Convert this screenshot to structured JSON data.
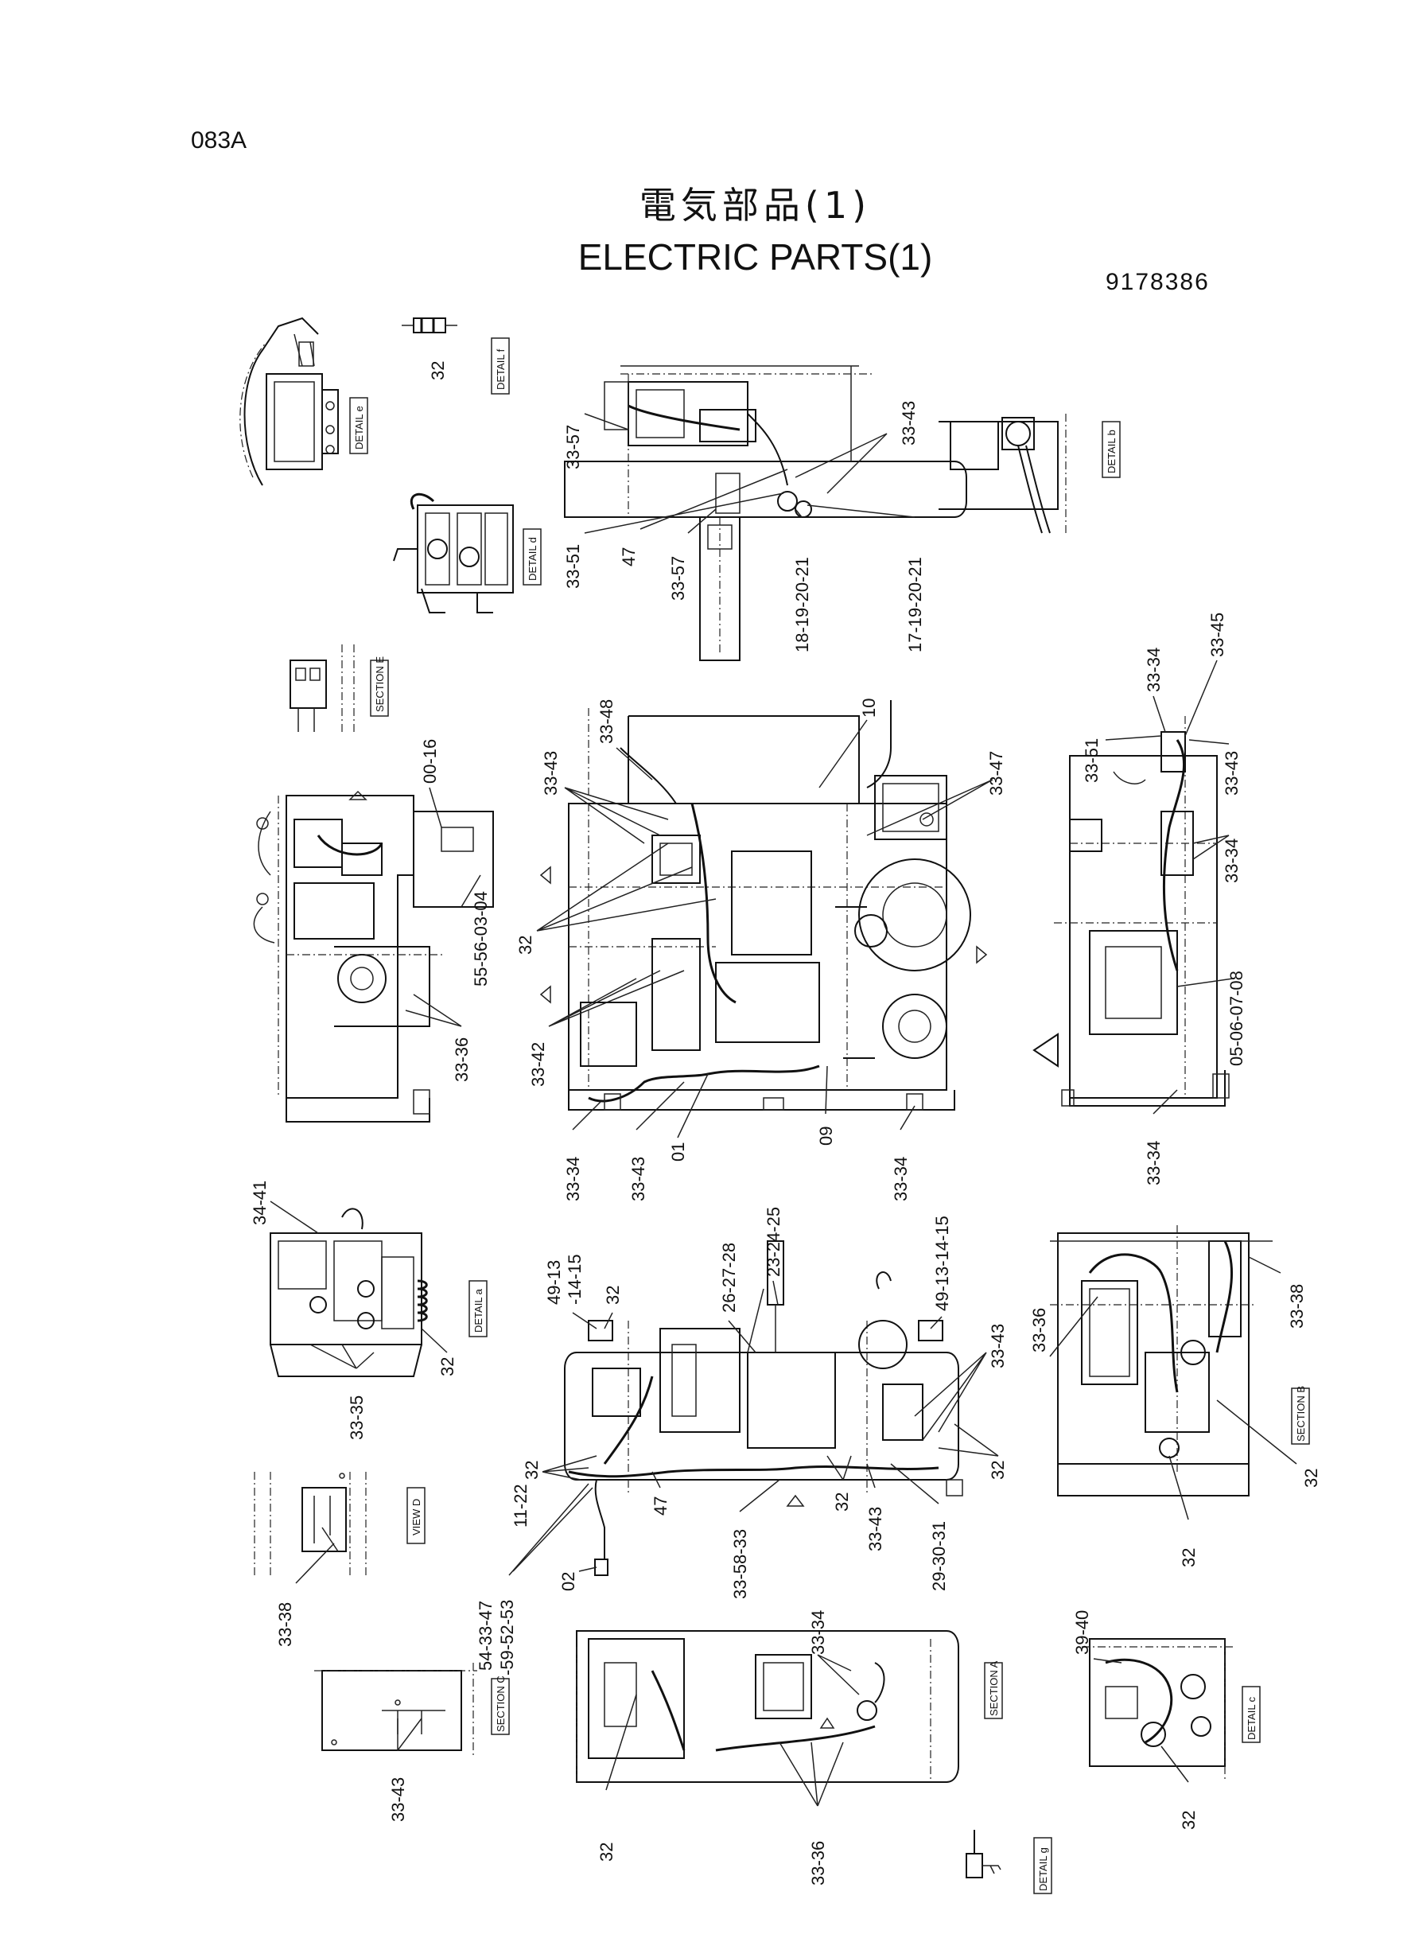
{
  "header": {
    "page_code": "083A",
    "title_jp": "電気部品(1)",
    "title_en": "ELECTRIC PARTS(1)",
    "drawing_no": "9178386"
  },
  "callouts": {
    "c32_f": "32",
    "c33_57a": "33-57",
    "c33_51a": "33-51",
    "c47a": "47",
    "c33_57b": "33-57",
    "c18_19_20_21": "18-19-20-21",
    "c17_19_20_21": "17-19-20-21",
    "c33_43a": "33-43",
    "c33_48": "33-48",
    "c10": "10",
    "c33_43b": "33-43",
    "c33_47": "33-47",
    "c32_main": "32",
    "c33_42": "33-42",
    "c33_34a": "33-34",
    "c33_43c": "33-43",
    "c01": "01",
    "c09": "09",
    "c33_34b": "33-34",
    "c00_16": "00-16",
    "c55_56": "55-56-03-04",
    "c33_36a": "33-36",
    "c33_34c": "33-34",
    "c33_45": "33-45",
    "c33_51b": "33-51",
    "c33_43d": "33-43",
    "c33_34d": "33-34",
    "c05_06": "05-06-07-08",
    "c33_34e": "33-34",
    "c34_41": "34-41",
    "c33_35": "33-35",
    "c32_a": "32",
    "c49_13a": "49-13",
    "c14_15a": "-14-15",
    "c32_b": "32",
    "c26_27_28": "26-27-28",
    "c23_24_25": "23-24-25",
    "c49_13_14_15": "49-13-14-15",
    "c33_43e": "33-43",
    "c32_c": "32",
    "c11_22": "11-22",
    "c32_d": "32",
    "c47b": "47",
    "c02": "02",
    "c33_58_33": "33-58-33",
    "c32_e": "32",
    "c33_43f": "33-43",
    "c29_30_31": "29-30-31",
    "c54_33_47": "54-33-47",
    "c59_52_53": "-59-52-53",
    "c33_36b": "33-36",
    "c33_38a": "33-38",
    "c32_B": "32",
    "c32_B2": "32",
    "c33_38b": "33-38",
    "c33_43g": "33-43",
    "c32_A": "32",
    "c33_34f": "33-34",
    "c33_36c": "33-36",
    "c39_40": "39-40",
    "c32_cc": "32"
  },
  "tags": {
    "detail_e": "DETAIL e",
    "detail_f": "DETAIL f",
    "detail_d": "DETAIL d",
    "detail_b": "DETAIL b",
    "section_E": "SECTION E",
    "detail_a": "DETAIL a",
    "view_D": "VIEW D",
    "section_B": "SECTION B",
    "section_C": "SECTION C",
    "section_A": "SECTION A",
    "detail_c": "DETAIL c",
    "detail_g": "DETAIL g"
  },
  "colors": {
    "ink": "#111111",
    "paper": "#ffffff"
  }
}
